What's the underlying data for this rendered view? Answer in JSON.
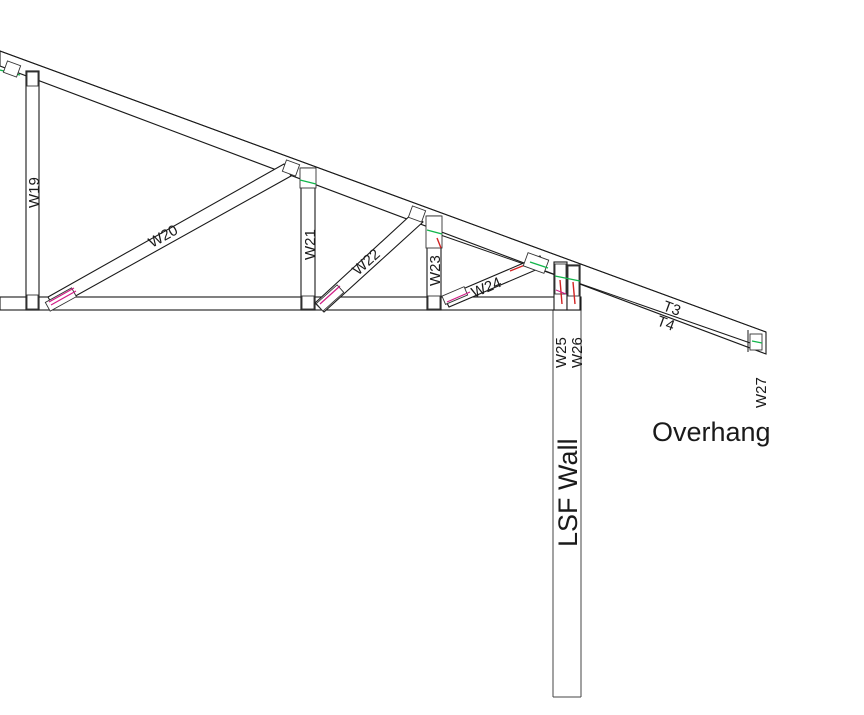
{
  "members": {
    "w19": "W19",
    "w20": "W20",
    "w21": "W21",
    "w22": "W22",
    "w23": "W23",
    "w24": "W24",
    "w25": "W25",
    "w26": "W26",
    "w27": "W27",
    "t3": "T3",
    "t4": "T4"
  },
  "annotations": {
    "wall": "LSF Wall",
    "overhang": "Overhang"
  },
  "colors": {
    "member_stroke": "#1a1a1a",
    "connection_green": "#11b54a",
    "connection_magenta": "#d11c86",
    "connection_red": "#d12222",
    "background": "#ffffff"
  }
}
